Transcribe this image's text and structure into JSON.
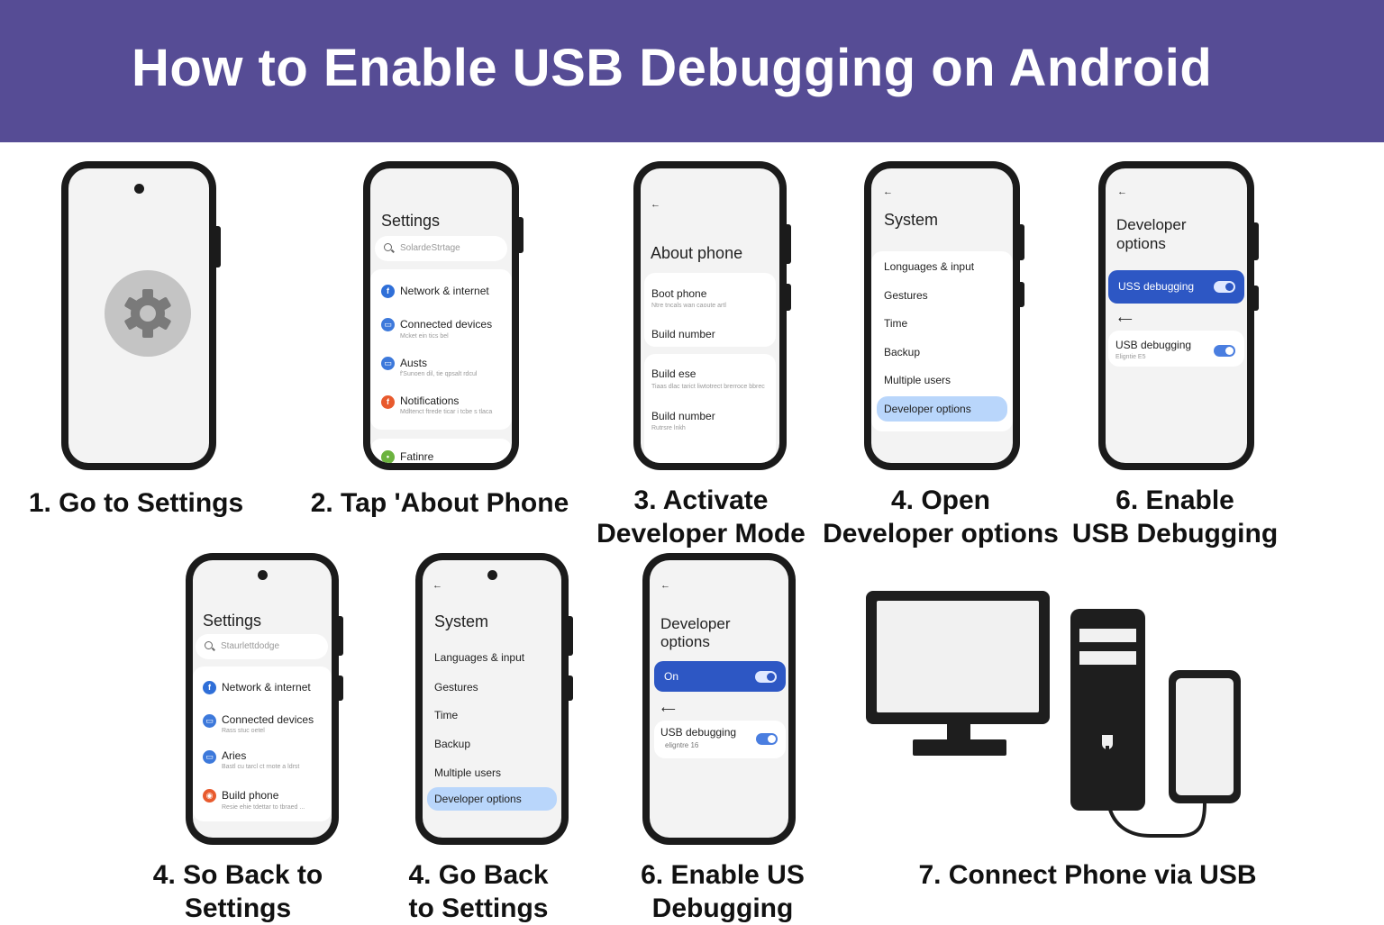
{
  "title": "How to Enable USB Debugging on Android",
  "steps": [
    {
      "label_lines": [
        "1. Go to Settings"
      ]
    },
    {
      "label_lines": [
        "2. Tap 'About Phone"
      ]
    },
    {
      "label_lines": [
        "3. Activate",
        "Developer Mode"
      ]
    },
    {
      "label_lines": [
        "4. Open",
        "Developer options"
      ]
    },
    {
      "label_lines": [
        "6. Enable",
        "USB Debugging"
      ]
    },
    {
      "label_lines": [
        "4. So Back to",
        "Settings"
      ]
    },
    {
      "label_lines": [
        "4. Go  Back",
        "to Settings"
      ]
    },
    {
      "label_lines": [
        "6. Enable US",
        "Debugging"
      ]
    },
    {
      "label_lines": [
        "7. Connect Phone via USB"
      ]
    }
  ],
  "phone2": {
    "title": "Settings",
    "search_placeholder": "SolardeStrtage",
    "items": [
      {
        "label": "Network & internet",
        "icon": "f",
        "color": "#2f6fd8",
        "sub": ""
      },
      {
        "label": "Connected devices",
        "icon": "▭",
        "color": "#3d79db",
        "sub": "Mcket ein tics bel"
      },
      {
        "label": "Austs",
        "icon": "▭",
        "color": "#3d79db",
        "sub": "f'Sunoen dil, tie qpsalt rdcul"
      },
      {
        "label": "Notifications",
        "icon": "f",
        "color": "#e85a2d",
        "sub": "Mdltenct ftrede ticar i tcbe s tlaca"
      },
      {
        "label": "Fatinre",
        "icon": "•",
        "color": "#6cb33f",
        "sub": ""
      }
    ]
  },
  "phone3": {
    "back": "←",
    "title": "About phone",
    "items": [
      {
        "label": "Boot phone",
        "sub": "Ntre tncals wan caoute artl"
      },
      {
        "label": "Build number",
        "sub": ""
      },
      {
        "label": "Build ese",
        "sub": "Tiaas dlac tarict liwtotrect brerroce bbrec"
      },
      {
        "label": "Build number",
        "sub": "Rutrsre lnkh"
      }
    ]
  },
  "phone4": {
    "back": "←",
    "title": "System",
    "items": [
      "Longuages & input",
      "Gestures",
      "Time",
      "Backup",
      "Multiple users"
    ],
    "highlight": "Developer options"
  },
  "phone5": {
    "back": "←",
    "title_lines": [
      "Developer",
      "options"
    ],
    "bar_label": "USS debugging",
    "back2": "⟵",
    "row_label": "USB debugging",
    "row_sub": "Eligntie E5"
  },
  "phone6": {
    "title": "Settings",
    "search_placeholder": "Staurlettdodge",
    "items": [
      {
        "label": "Network & internet",
        "icon": "f",
        "color": "#2f6fd8",
        "sub": ""
      },
      {
        "label": "Connected devices",
        "icon": "▭",
        "color": "#3d79db",
        "sub": "Rass stuc oetel"
      },
      {
        "label": "Aries",
        "icon": "▭",
        "color": "#3d79db",
        "sub": "Bastl cu tarcl ct rnote a ldrst"
      },
      {
        "label": "Build phone",
        "icon": "◉",
        "color": "#e85a2d",
        "sub": "Resie ehie tdettar to tbraed ..."
      }
    ]
  },
  "phone7": {
    "back": "←",
    "title": "System",
    "items": [
      "Languages & input",
      "Gestures",
      "Time",
      "Backup",
      "Multiple users"
    ],
    "highlight": "Developer options"
  },
  "phone8": {
    "back": "←",
    "title_lines": [
      "Developer",
      "options"
    ],
    "bar_label": "On",
    "back2": "⟵",
    "row_label": "USB debugging",
    "row_sub": "eligntre 16"
  },
  "colors": {
    "banner": "#564c95",
    "accent_blue": "#2d57c4",
    "highlight": "#b9d6fb"
  }
}
